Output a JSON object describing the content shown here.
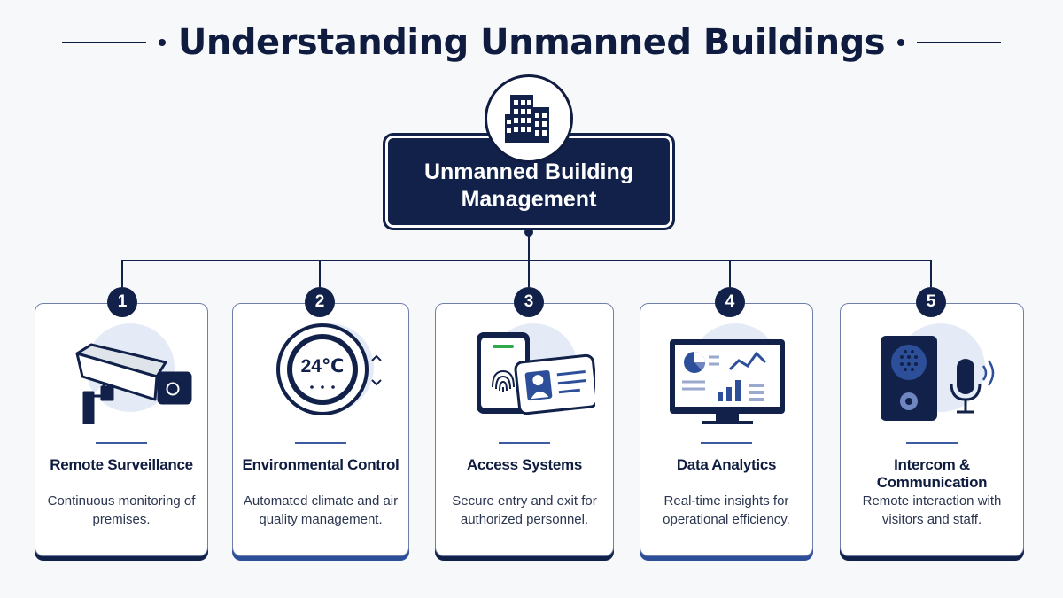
{
  "header": {
    "title": "Understanding Unmanned Buildings"
  },
  "hub": {
    "label": "Unmanned Building Management",
    "icon": "building-icon"
  },
  "colors": {
    "navy": "#11214a",
    "accent": "#2d4f9a",
    "icon_bg": "#e4ebf6"
  },
  "cards": [
    {
      "number": "1",
      "title": "Remote Surveillance",
      "description": "Continuous monitoring of premises.",
      "icon": "security-camera-icon"
    },
    {
      "number": "2",
      "title": "Environmental Control",
      "description": "Automated climate and air quality management.",
      "icon": "thermostat-icon",
      "display": "24℃"
    },
    {
      "number": "3",
      "title": "Access Systems",
      "description": "Secure entry and exit for authorized personnel.",
      "icon": "fingerprint-id-card-icon"
    },
    {
      "number": "4",
      "title": "Data Analytics",
      "description": "Real-time insights for operational efficiency.",
      "icon": "analytics-monitor-icon"
    },
    {
      "number": "5",
      "title": "Intercom & Communication",
      "description": "Remote interaction with visitors and staff.",
      "icon": "intercom-microphone-icon"
    }
  ]
}
